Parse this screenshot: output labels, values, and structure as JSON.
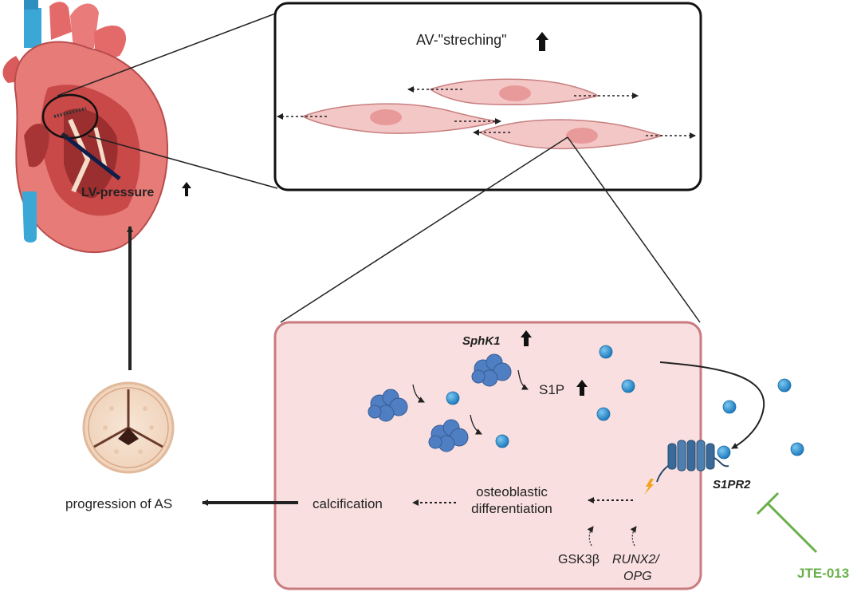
{
  "zoom_box": {
    "label": "AV-\"streching\""
  },
  "heart": {
    "label": "LV-pressure"
  },
  "cell": {
    "sphk1": "SphK1",
    "s1p": "S1P",
    "receptor": "S1PR2",
    "osteo_line1": "osteoblastic",
    "osteo_line2": "differentiation",
    "calcification": "calcification",
    "gsk": "GSK3β",
    "runx_line1": "RUNX2/",
    "runx_line2": "OPG"
  },
  "outcome": {
    "label": "progression of AS"
  },
  "inhibitor": {
    "label": "JTE-013"
  },
  "colors": {
    "cell_fill": "#f9dfe0",
    "cell_border": "#c97b80",
    "molecule": "#2a8fd0",
    "protein": "#4f7fc2",
    "inhibitor": "#6ab04c",
    "arrow": "#222222"
  }
}
